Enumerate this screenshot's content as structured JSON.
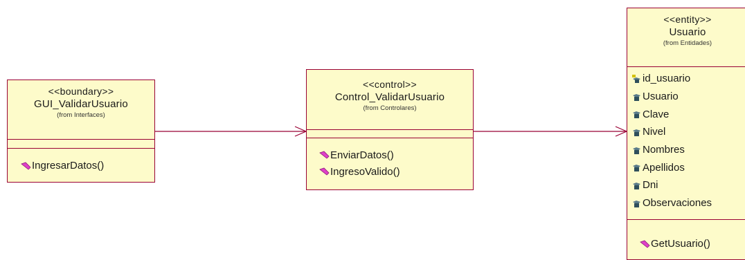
{
  "diagram": {
    "classes": [
      {
        "id": "gui",
        "stereotype": "<<boundary>>",
        "name": "GUI_ValidarUsuario",
        "package": "(from Interfaces)",
        "attributes": [],
        "operations": [
          "IngresarDatos()"
        ]
      },
      {
        "id": "control",
        "stereotype": "<<control>>",
        "name": "Control_ValidarUsuario",
        "package": "(from Controlares)",
        "attributes": [],
        "operations": [
          "EnviarDatos()",
          "IngresoValido()"
        ]
      },
      {
        "id": "usuario",
        "stereotype": "<<entity>>",
        "name": "Usuario",
        "package": "(from Entidades)",
        "attributes": [
          "id_usuario",
          "Usuario",
          "Clave",
          "Nivel",
          "Nombres",
          "Apellidos",
          "Dni",
          "Observaciones"
        ],
        "operations": [
          "GetUsuario()"
        ]
      }
    ],
    "associations": [
      {
        "from": "GUI_ValidarUsuario",
        "to": "Control_ValidarUsuario",
        "navigable": true
      },
      {
        "from": "Control_ValidarUsuario",
        "to": "Usuario",
        "navigable": true
      }
    ],
    "colors": {
      "class_fill": "#fdfbca",
      "class_border": "#990033",
      "association_line": "#990033",
      "operation_icon": "#e040c8",
      "attribute_icon": "#5a7b8a",
      "key_icon": "#d4c200",
      "text": "#1a1a1a"
    },
    "icons": {
      "operation": "public-operation-icon",
      "attribute": "attribute-icon",
      "key_attribute": "key-attribute-icon"
    }
  }
}
